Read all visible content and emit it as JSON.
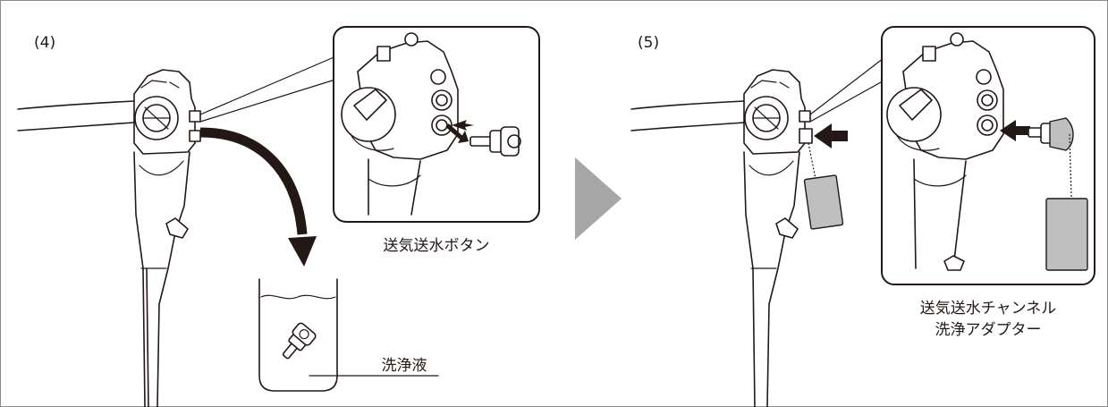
{
  "step4": {
    "number": "(4)",
    "button_label": "送気送水ボタン",
    "liquid_label": "洗浄液"
  },
  "step5": {
    "number": "(5)",
    "adapter_label_line1": "送気送水チャンネル",
    "adapter_label_line2": "洗浄アダプター"
  },
  "colors": {
    "line": "#231815",
    "arrow_gray": "#a6a6a6",
    "tag_gray": "#bfbfbf",
    "border": "#8c8c8c"
  }
}
